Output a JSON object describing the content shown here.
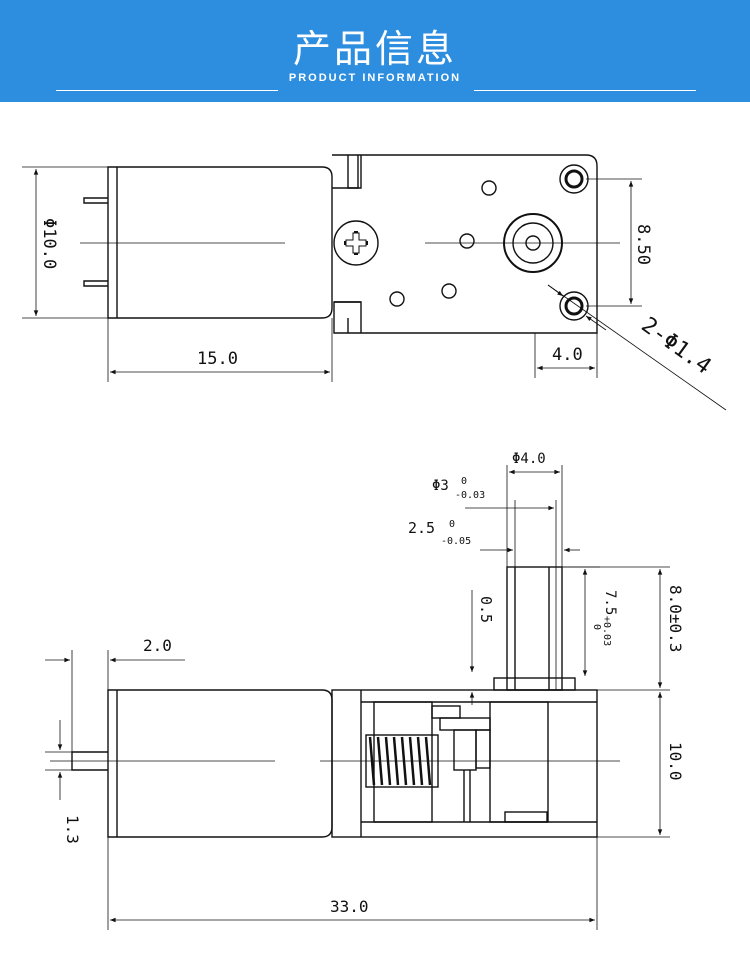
{
  "header": {
    "title": "产品信息",
    "subtitle": "PRODUCT INFORMATION"
  },
  "colors": {
    "banner": "#2d8ee0",
    "line": "#111111"
  },
  "top_view": {
    "diameter": "Φ10.0",
    "motor_length": "15.0",
    "hole_spacing": "8.50",
    "hole_offset": "4.0",
    "holes": "2-Φ1.4"
  },
  "side_view": {
    "shaft_dia": "Φ4.0",
    "d3": "Φ3",
    "d3_upper": "0",
    "d3_lower": "-0.03",
    "flat": "2.5",
    "flat_upper": "0",
    "flat_lower": "-0.05",
    "gap": "0.5",
    "flat_len": "7.5",
    "flat_len_upper": "+0.03",
    "flat_len_lower": "0",
    "shaft_len": "8.0±0.3",
    "terminal_len": "2.0",
    "terminal_h": "1.3",
    "body_h": "10.0",
    "total_len": "33.0"
  }
}
